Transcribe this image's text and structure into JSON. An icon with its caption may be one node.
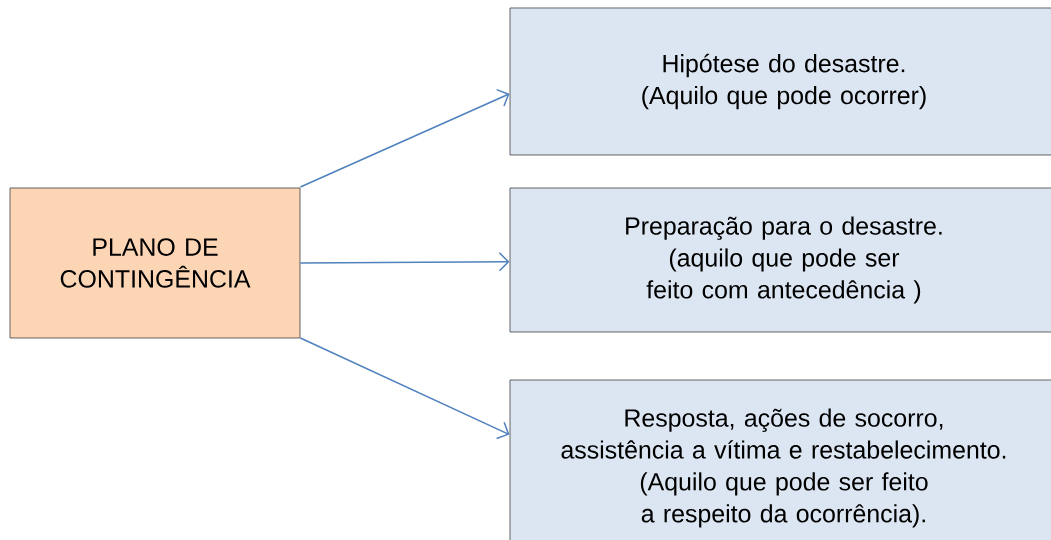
{
  "diagram": {
    "nodes": [
      {
        "text": [
          "PLANO DE CONTINGÊNCIA"
        ]
      },
      {
        "text": [
          "Hipótese do desastre.",
          "(Aquilo que pode ocorrer)"
        ]
      },
      {
        "text": [
          "Preparação para o desastre.",
          "(aquilo que pode ser feito com antecedência )"
        ]
      },
      {
        "text": [
          "Resposta, ações de socorro, assistência a vítima e restabelecimento.",
          "(Aquilo que pode ser feito a respeito da ocorrência)."
        ]
      }
    ],
    "edges": [
      {
        "from": 0,
        "to": 1,
        "arrow": "to"
      },
      {
        "from": 0,
        "to": 2,
        "arrow": "to"
      },
      {
        "from": 0,
        "to": 3,
        "arrow": "to"
      }
    ]
  }
}
